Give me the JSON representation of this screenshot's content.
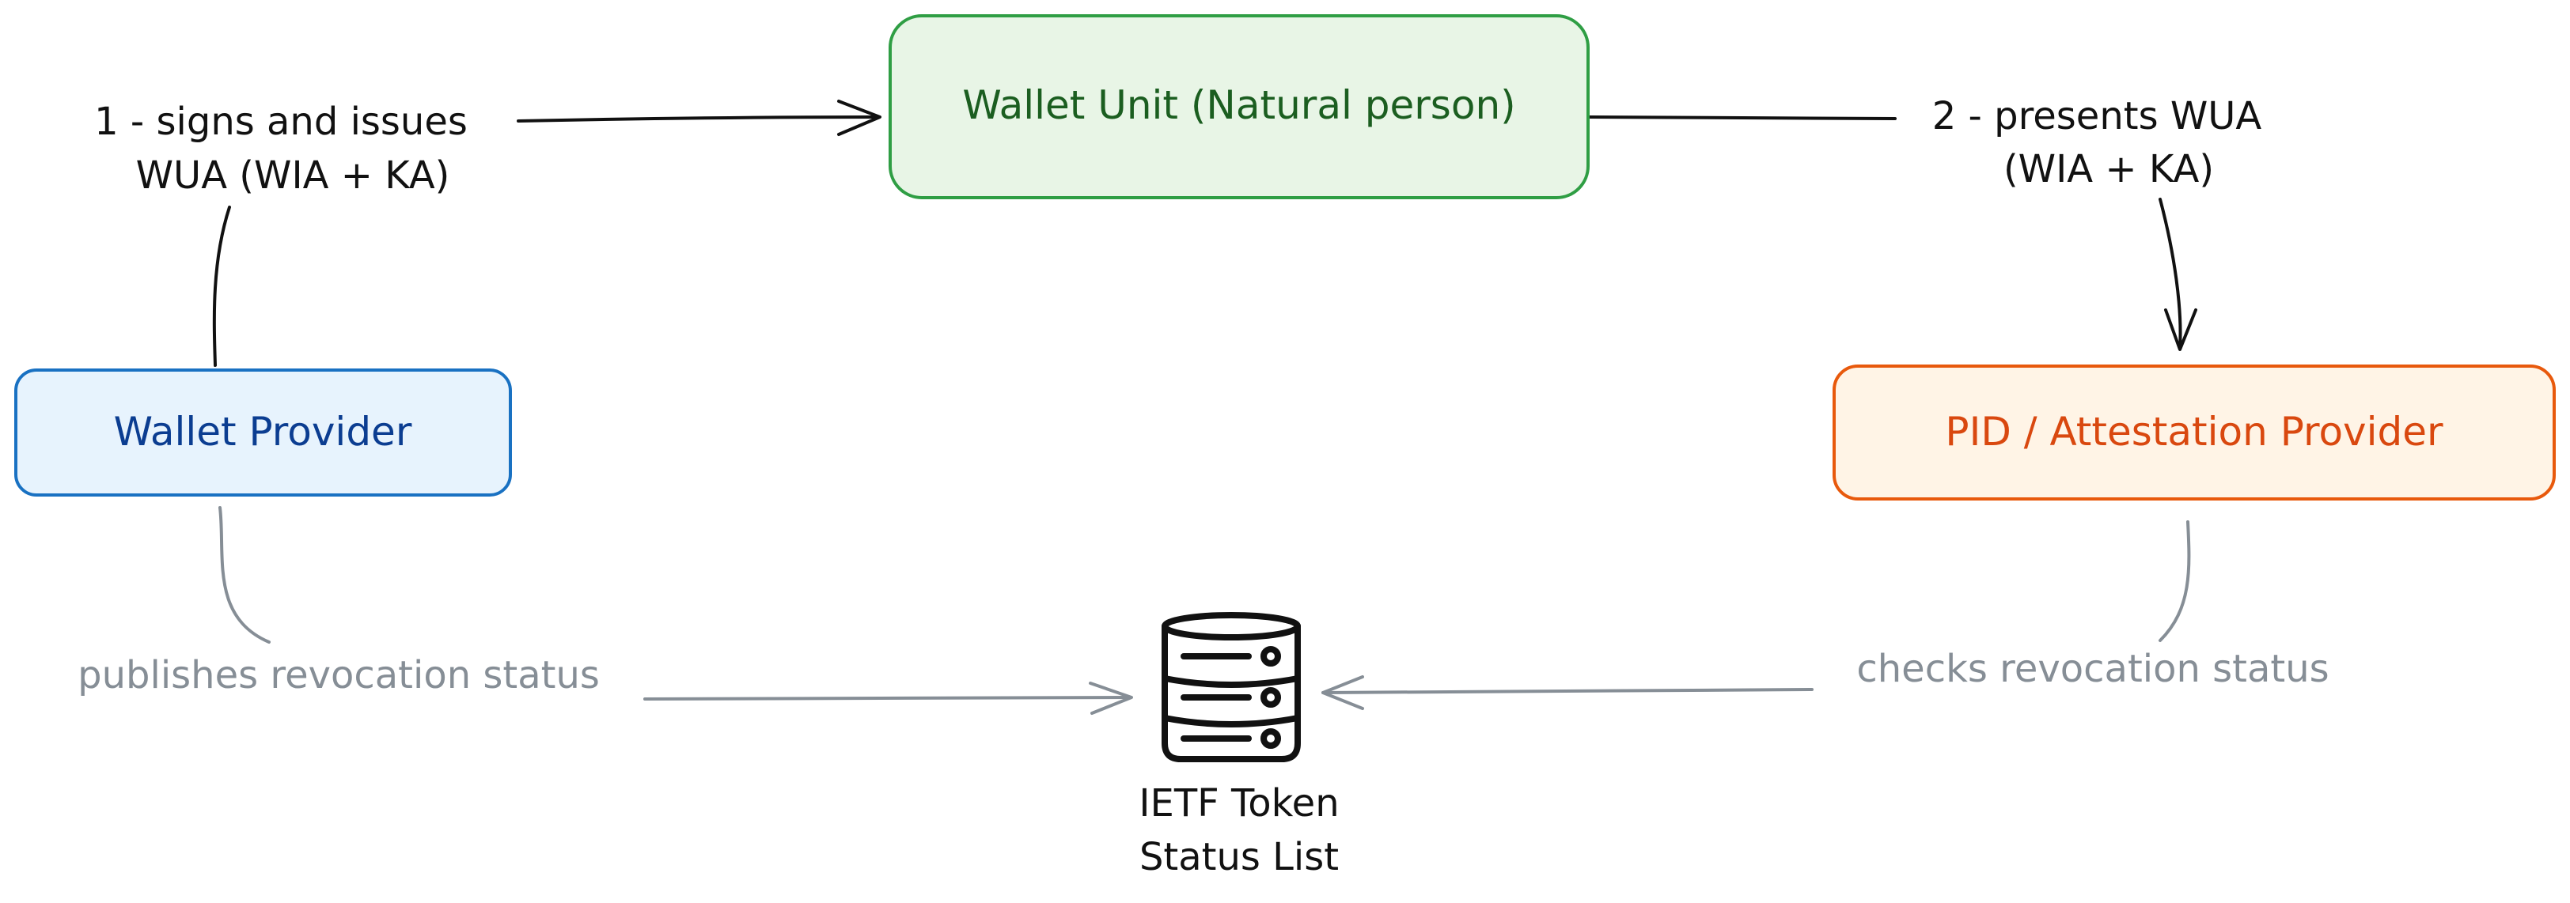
{
  "nodes": {
    "wallet_unit": {
      "label": "Wallet Unit (Natural person)",
      "fill": "#e8f5e6",
      "stroke": "#2f9e44",
      "text_color": "#1b5e20"
    },
    "wallet_provider": {
      "label": "Wallet Provider",
      "fill": "#e7f3fd",
      "stroke": "#1971c2",
      "text_color": "#0b3d91"
    },
    "pid_provider": {
      "label": "PID / Attestation Provider",
      "fill": "#fff4e6",
      "stroke": "#e8590c",
      "text_color": "#d9480f"
    },
    "status_list": {
      "label_line1": "IETF Token",
      "label_line2": "Status List",
      "icon": "database-server-icon"
    }
  },
  "edges": {
    "issue": {
      "line1": "1 - signs and issues",
      "line2": "WUA (WIA + KA)"
    },
    "present": {
      "line1": "2 - presents WUA",
      "line2": "(WIA + KA)"
    },
    "publish": {
      "label": "publishes revocation status"
    },
    "check": {
      "label": "checks revocation status"
    }
  },
  "colors": {
    "main_edge": "#111111",
    "status_edge": "#868e96"
  }
}
